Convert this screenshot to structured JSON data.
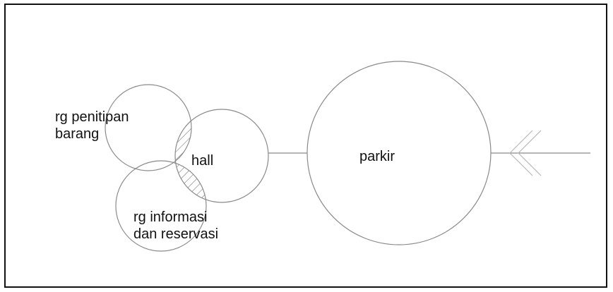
{
  "diagram": {
    "nodes": [
      {
        "id": "storage",
        "label": "rg penitipan\nbarang"
      },
      {
        "id": "hall",
        "label": "hall"
      },
      {
        "id": "info",
        "label": "rg informasi\ndan reservasi"
      },
      {
        "id": "parking",
        "label": "parkir"
      }
    ],
    "connections": [
      {
        "from": "hall",
        "to": "parking",
        "type": "line"
      },
      {
        "from": "entrance",
        "to": "parking",
        "type": "arrow"
      }
    ],
    "overlaps": [
      {
        "between": [
          "storage",
          "hall"
        ],
        "style": "hatched"
      },
      {
        "between": [
          "info",
          "hall"
        ],
        "style": "hatched"
      }
    ],
    "colors": {
      "stroke": "#8a8a8a",
      "hatch": "#7a7a7a",
      "text": "#111111",
      "border": "#111111"
    }
  }
}
